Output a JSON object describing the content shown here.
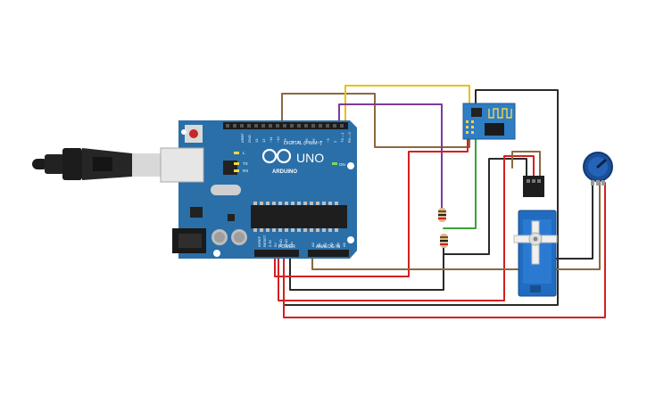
{
  "board": {
    "brand": "ARDUINO",
    "model": "UNO",
    "digital_label": "DIGITAL (PWM~)",
    "power_label": "POWER",
    "analog_label": "ANALOG IN",
    "on_label": "ON",
    "led_l": "L",
    "led_tx": "TX",
    "led_rx": "RX",
    "digital_pins": [
      "AREF",
      "GND",
      "13",
      "12",
      "~11",
      "~10",
      "~9",
      "8",
      "7",
      "~6",
      "~5",
      "4",
      "~3",
      "2",
      "TX→1",
      "RX←0"
    ],
    "power_pins": [
      "IOREF",
      "RESET",
      "3.3V",
      "5V",
      "GND",
      "GND",
      "Vin"
    ],
    "analog_pins": [
      "A0",
      "A1",
      "A2",
      "A3",
      "A4",
      "A5"
    ]
  },
  "colors": {
    "board": "#2a6fa8",
    "board_dark": "#1d5687",
    "wire_red": "#d42020",
    "wire_black": "#2a2a2a",
    "wire_brown": "#8b6840",
    "wire_yellow": "#e6c20e",
    "wire_purple": "#7b3a9c",
    "wire_green": "#3aa336",
    "servo": "#1f6cc0",
    "esp": "#2f7dc4",
    "pot": "#1a4f9a"
  },
  "components": {
    "usb_cable": "usb-cable",
    "wifi_module": "esp8266-module",
    "servo": "servo-motor",
    "potentiometer": "potentiometer",
    "resistors": [
      "resistor-1",
      "resistor-2"
    ]
  }
}
